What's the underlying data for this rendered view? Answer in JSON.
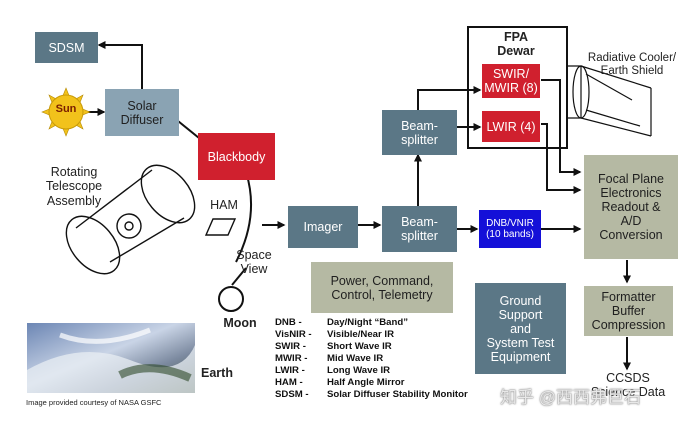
{
  "boxes": {
    "sdsm": "SDSM",
    "solar_diffuser": "Solar\nDiffuser",
    "blackbody": "Blackbody",
    "imager": "Imager",
    "beamsplitter_top": "Beam-\nsplitter",
    "beamsplitter_bottom": "Beam-\nsplitter",
    "fpa_title": "FPA\nDewar",
    "swir_mwir": "SWIR/\nMWIR (8)",
    "lwir": "LWIR (4)",
    "dnb_vnir": "DNB/VNIR\n(10 bands)",
    "focal_plane": "Focal Plane\nElectronics\nReadout &\nA/D\nConversion",
    "formatter": "Formatter\nBuffer\nCompression",
    "power": "Power, Command,\nControl, Telemetry",
    "ground": "Ground\nSupport\nand\nSystem Test\nEquipment"
  },
  "labels": {
    "sun": "Sun",
    "rotating_telescope": "Rotating\nTelescope\nAssembly",
    "ham": "HAM",
    "space_view": "Space\nView",
    "moon": "Moon",
    "earth": "Earth",
    "radiative_cooler": "Radiative Cooler/\nEarth Shield",
    "ccsds": "CCSDS\nScience Data",
    "credit": "Image provided courtesy of NASA GSFC",
    "watermark": "知乎 @西西弗巨石"
  },
  "legend": [
    {
      "abbr": "DNB -",
      "def": "Day/Night “Band”"
    },
    {
      "abbr": "VisNIR -",
      "def": "Visible/Near IR"
    },
    {
      "abbr": "SWIR -",
      "def": "Short Wave IR"
    },
    {
      "abbr": "MWIR -",
      "def": "Mid Wave IR"
    },
    {
      "abbr": "LWIR -",
      "def": "Long Wave IR"
    },
    {
      "abbr": "HAM -",
      "def": "Half Angle Mirror"
    },
    {
      "abbr": "SDSM -",
      "def": "Solar Diffuser Stability Monitor"
    }
  ],
  "colors": {
    "box_slate": "#5b7786",
    "box_grayblue": "#8aa3b3",
    "box_red": "#d0202e",
    "box_blue": "#1410d8",
    "box_sage": "#b5b9a3",
    "sun_yellow": "#f2c21b"
  }
}
